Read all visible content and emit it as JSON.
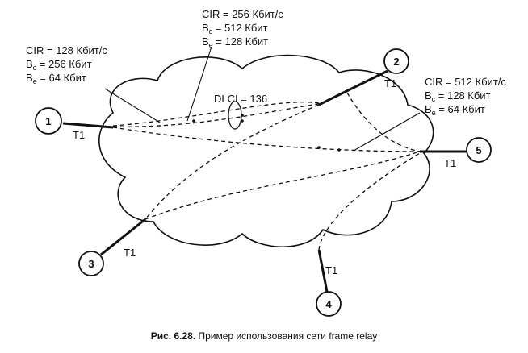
{
  "nodes": [
    {
      "id": "1",
      "label": "1"
    },
    {
      "id": "2",
      "label": "2"
    },
    {
      "id": "3",
      "label": "3"
    },
    {
      "id": "4",
      "label": "4"
    },
    {
      "id": "5",
      "label": "5"
    }
  ],
  "links": {
    "t1_label": "T1"
  },
  "annotations": {
    "vc_1_2_main": {
      "cir": "CIR = 128 Кбит/с",
      "bc": "B",
      "bc_sub": "c",
      "bc_value": " = 256 Кбит",
      "be": "B",
      "be_sub": "e",
      "be_value": " = 64 Кбит"
    },
    "vc_1_2_second": {
      "cir": "CIR = 256 Кбит/с",
      "bc": "B",
      "bc_sub": "c",
      "bc_value": " = 512 Кбит",
      "be": "B",
      "be_sub": "e",
      "be_value": " = 128 Кбит"
    },
    "vc_1_5": {
      "cir": "CIR = 512 Кбит/с",
      "bc": "B",
      "bc_sub": "c",
      "bc_value": " = 128 Кбит",
      "be": "B",
      "be_sub": "e",
      "be_value": " = 64 Кбит"
    },
    "dlci": "DLCI = 136"
  },
  "caption": {
    "prefix": "Рис.  6.28.",
    "text": " Пример использования сети frame relay"
  }
}
